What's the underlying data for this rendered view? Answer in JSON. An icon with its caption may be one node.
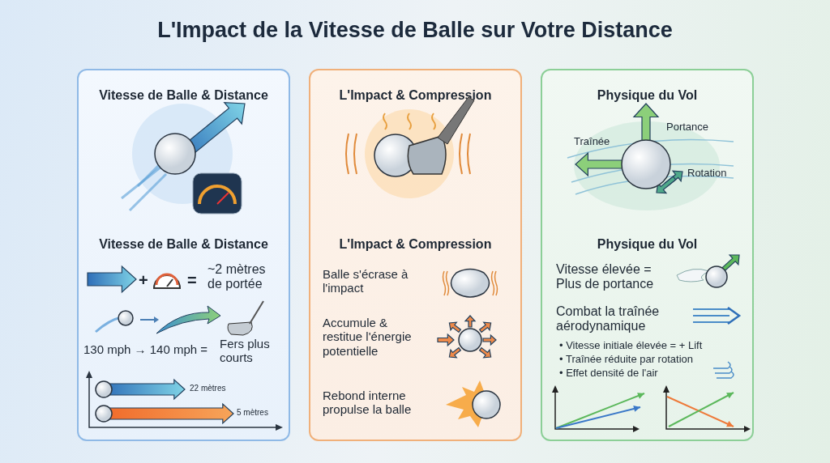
{
  "diagram": {
    "title": "L'Impact de la Vitesse de Balle sur Votre Distance",
    "nodes": [
      {
        "text": [
          "Vitesse de Balle & Distance",
          "Vitesse de Balle & Distance"
        ]
      },
      {
        "text": [
          "L'Impact & Compression",
          "L'Impact & Compression"
        ]
      },
      {
        "text": [
          "Physique du Vol",
          "Physique du Vol"
        ]
      }
    ],
    "edges": [],
    "labels": [
      "+",
      "=",
      "~2 mètres de portée",
      "130 mph → 140 mph =",
      "Fers plus courts",
      "22 mètres",
      "5 mètres",
      "Balle s'écrase à l'impact",
      "Accumule & restitue l'énergie potentielle",
      "Rebond interne propulse la balle",
      "Traînée",
      "Portance",
      "Rotation",
      "Vitesse élevée = Plus de portance",
      "Combat la traînée aérodynamique",
      "• Vitesse initiale élevée = + Lift",
      "• Traînée réduite par rotation",
      "• Effet densité de l'air"
    ]
  }
}
